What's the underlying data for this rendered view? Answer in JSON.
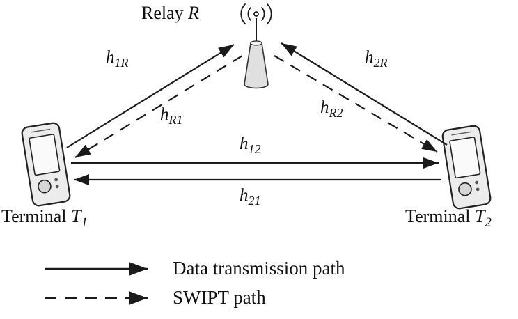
{
  "relay": {
    "prefix": "Relay ",
    "symbol": "R"
  },
  "terminal1": {
    "prefix": "Terminal ",
    "symbol": "T",
    "sub": "1"
  },
  "terminal2": {
    "prefix": "Terminal ",
    "symbol": "T",
    "sub": "2"
  },
  "channels": {
    "h1R": {
      "base": "h",
      "sub": "1R"
    },
    "hR1": {
      "base": "h",
      "sub": "R1"
    },
    "h2R": {
      "base": "h",
      "sub": "2R"
    },
    "hR2": {
      "base": "h",
      "sub": "R2"
    },
    "h12": {
      "base": "h",
      "sub": "12"
    },
    "h21": {
      "base": "h",
      "sub": "21"
    }
  },
  "legend": {
    "data_path_label": "Data transmission path",
    "swipt_path_label": "SWIPT path"
  },
  "icons": {
    "relay_antenna": "antenna-mast-icon",
    "signal_waves": "signal-waves-icon",
    "terminal_device": "mobile-phone-icon"
  },
  "colors": {
    "line": "#1a1a1a",
    "device_fill": "#ececec",
    "screen_fill": "#fafafa",
    "antenna_fill": "#e0e0e0",
    "background": "#ffffff"
  }
}
